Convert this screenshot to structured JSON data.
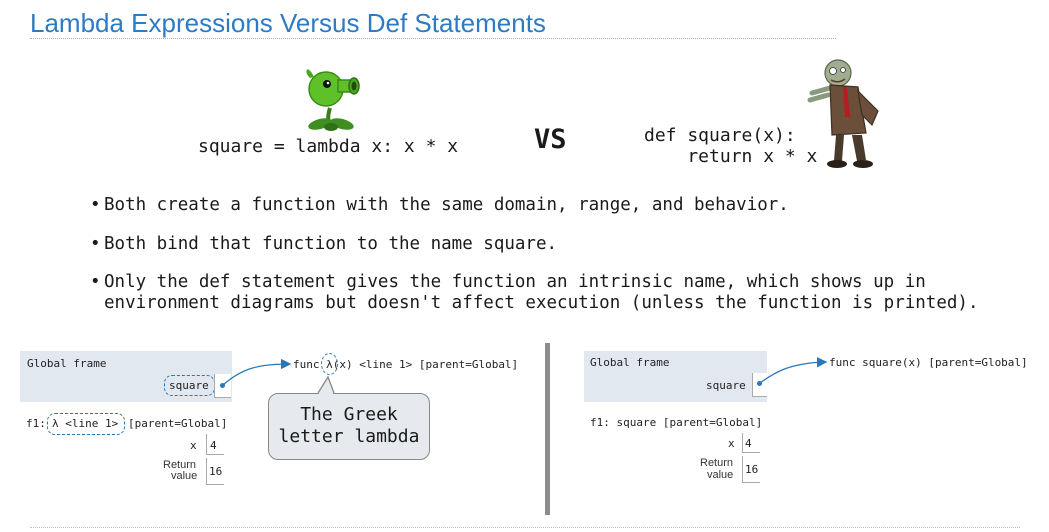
{
  "slide": {
    "title": "Lambda Expressions Versus Def Statements"
  },
  "code": {
    "lambda": "square = lambda x: x * x",
    "vs": "VS",
    "def_line1": "def square(x):",
    "def_line2": "    return x * x"
  },
  "bullets": [
    "Both create a function with the same domain, range, and behavior.",
    "Both bind that function to the name square.",
    "Only the def statement gives the function an intrinsic name, which shows up in",
    "environment diagrams but doesn't affect execution (unless the function is printed)."
  ],
  "bullet_marker": "•",
  "left_diagram": {
    "global_frame_label": "Global frame",
    "name": "square",
    "func_prefix": "func",
    "func_lambda": "λ",
    "func_suffix": "(x) <line 1> [parent=Global]",
    "f1_prefix": "f1:",
    "f1_lambda": "λ <line 1>",
    "f1_parent": "[parent=Global]",
    "x_label": "x",
    "x_value": "4",
    "return_label_1": "Return",
    "return_label_2": "value",
    "return_value": "16",
    "callout_line1": "The Greek",
    "callout_line2": "letter lambda"
  },
  "right_diagram": {
    "global_frame_label": "Global frame",
    "name": "square",
    "func_text": "func square(x) [parent=Global]",
    "f1_text": "f1: square [parent=Global]",
    "x_label": "x",
    "x_value": "4",
    "return_label_1": "Return",
    "return_label_2": "value",
    "return_value": "16"
  },
  "images": {
    "peashooter": "peashooter-plant-image",
    "zombie": "zombie-image"
  },
  "colors": {
    "title": "#2e7bc4",
    "arrow": "#2a77b8",
    "frame_bg": "#e2e8f0",
    "divider": "#8c8c8c"
  }
}
